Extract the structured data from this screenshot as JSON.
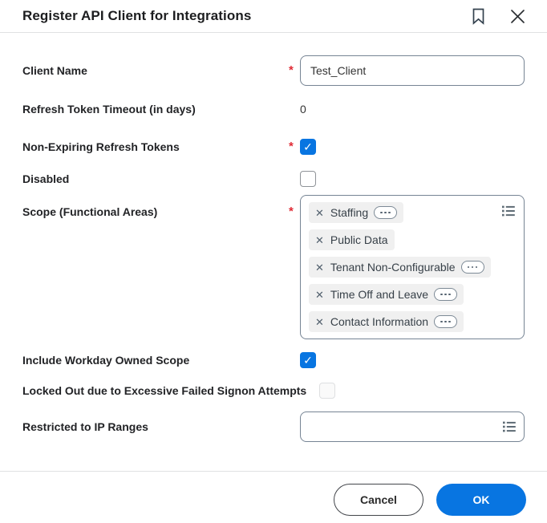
{
  "header": {
    "title": "Register API Client for Integrations",
    "icons": [
      "bookmark-icon",
      "close-icon"
    ]
  },
  "required_marker": "*",
  "fields": [
    {
      "label": "Client Name",
      "required": true,
      "type": "text",
      "value": "Test_Client"
    },
    {
      "label": "Refresh Token Timeout (in days)",
      "required": false,
      "type": "static",
      "value": "0"
    },
    {
      "label": "Non-Expiring Refresh Tokens",
      "required": true,
      "type": "checkbox",
      "checked": true
    },
    {
      "label": "Disabled",
      "required": false,
      "type": "checkbox",
      "checked": false
    },
    {
      "label": "Scope (Functional Areas)",
      "required": true,
      "type": "multiselect",
      "tags": [
        {
          "label": "Staffing",
          "remove_glyph": "✕",
          "has_more": true
        },
        {
          "label": "Public Data",
          "remove_glyph": "✕",
          "has_more": false
        },
        {
          "label": "Tenant Non-Configurable",
          "remove_glyph": "✕",
          "has_more": true
        },
        {
          "label": "Time Off and Leave",
          "remove_glyph": "✕",
          "has_more": true
        },
        {
          "label": "Contact Information",
          "remove_glyph": "✕",
          "has_more": true
        }
      ]
    },
    {
      "label": "Include Workday Owned Scope",
      "required": false,
      "type": "checkbox",
      "checked": true
    },
    {
      "label": "Locked Out due to Excessive Failed Signon Attempts",
      "required": false,
      "type": "checkbox",
      "checked": false,
      "disabled": true
    },
    {
      "label": "Restricted to IP Ranges",
      "required": false,
      "type": "text",
      "value": ""
    }
  ],
  "footer": {
    "cancel_label": "Cancel",
    "ok_label": "OK"
  },
  "colors": {
    "accent_blue": "#0875e1",
    "required_red": "#e02b35",
    "input_border": "#768494",
    "tag_background": "#f0f0f0",
    "divider": "#e0e1e3"
  }
}
